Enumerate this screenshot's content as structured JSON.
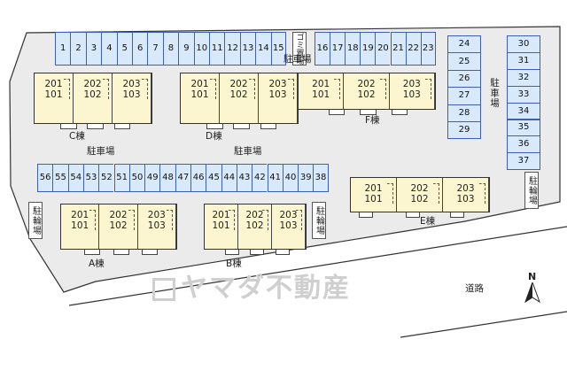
{
  "parking_label": "駐車場",
  "bike_label": "駐輪場",
  "garbage_label": "ゴミ置場",
  "road_label": "道路",
  "north_label": "N",
  "watermark": "ヤマダ不動産",
  "top_row_left": [
    "1",
    "2",
    "3",
    "4",
    "5",
    "6",
    "7",
    "8",
    "9",
    "10",
    "11",
    "12",
    "13",
    "14",
    "15"
  ],
  "top_row_right": [
    "16",
    "17",
    "18",
    "19",
    "20",
    "21",
    "22",
    "23"
  ],
  "mid_col": [
    "24",
    "25",
    "26",
    "27",
    "28",
    "29"
  ],
  "right_col": [
    "30",
    "31",
    "32",
    "33",
    "34",
    "35",
    "36",
    "37"
  ],
  "bottom_row": [
    "56",
    "55",
    "54",
    "53",
    "52",
    "51",
    "50",
    "49",
    "48",
    "47",
    "46",
    "45",
    "44",
    "43",
    "42",
    "41",
    "40",
    "39",
    "38"
  ],
  "buildings": {
    "C": {
      "name": "C棟",
      "units": [
        [
          "201",
          "101"
        ],
        [
          "202",
          "102"
        ],
        [
          "203",
          "103"
        ]
      ]
    },
    "D": {
      "name": "D棟",
      "units": [
        [
          "201",
          "101"
        ],
        [
          "202",
          "102"
        ],
        [
          "203",
          "103"
        ]
      ]
    },
    "F": {
      "name": "F棟",
      "units": [
        [
          "201",
          "101"
        ],
        [
          "202",
          "102"
        ],
        [
          "203",
          "103"
        ]
      ]
    },
    "E": {
      "name": "E棟",
      "units": [
        [
          "201",
          "101"
        ],
        [
          "202",
          "102"
        ],
        [
          "203",
          "103"
        ]
      ]
    },
    "A": {
      "name": "A棟",
      "units": [
        [
          "201",
          "101"
        ],
        [
          "202",
          "102"
        ],
        [
          "203",
          "103"
        ]
      ]
    },
    "B": {
      "name": "B棟",
      "units": [
        [
          "201",
          "101"
        ],
        [
          "202",
          "102"
        ],
        [
          "203",
          "103"
        ]
      ]
    }
  },
  "colors": {
    "lot": "#ebebeb",
    "stall": "#d7e9fb",
    "stall_border": "#3e5fb5",
    "building": "#fbf6cf"
  }
}
